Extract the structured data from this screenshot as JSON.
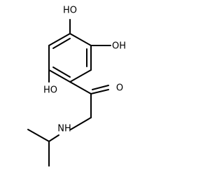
{
  "molecule": {
    "atoms": {
      "oh_top": "HO",
      "oh_right": "OH",
      "oh_left": "HO",
      "carbonyl_o": "O",
      "amine": "NH"
    }
  },
  "colors": {
    "bond": "#000000",
    "label": "#000000",
    "background": "#ffffff"
  }
}
